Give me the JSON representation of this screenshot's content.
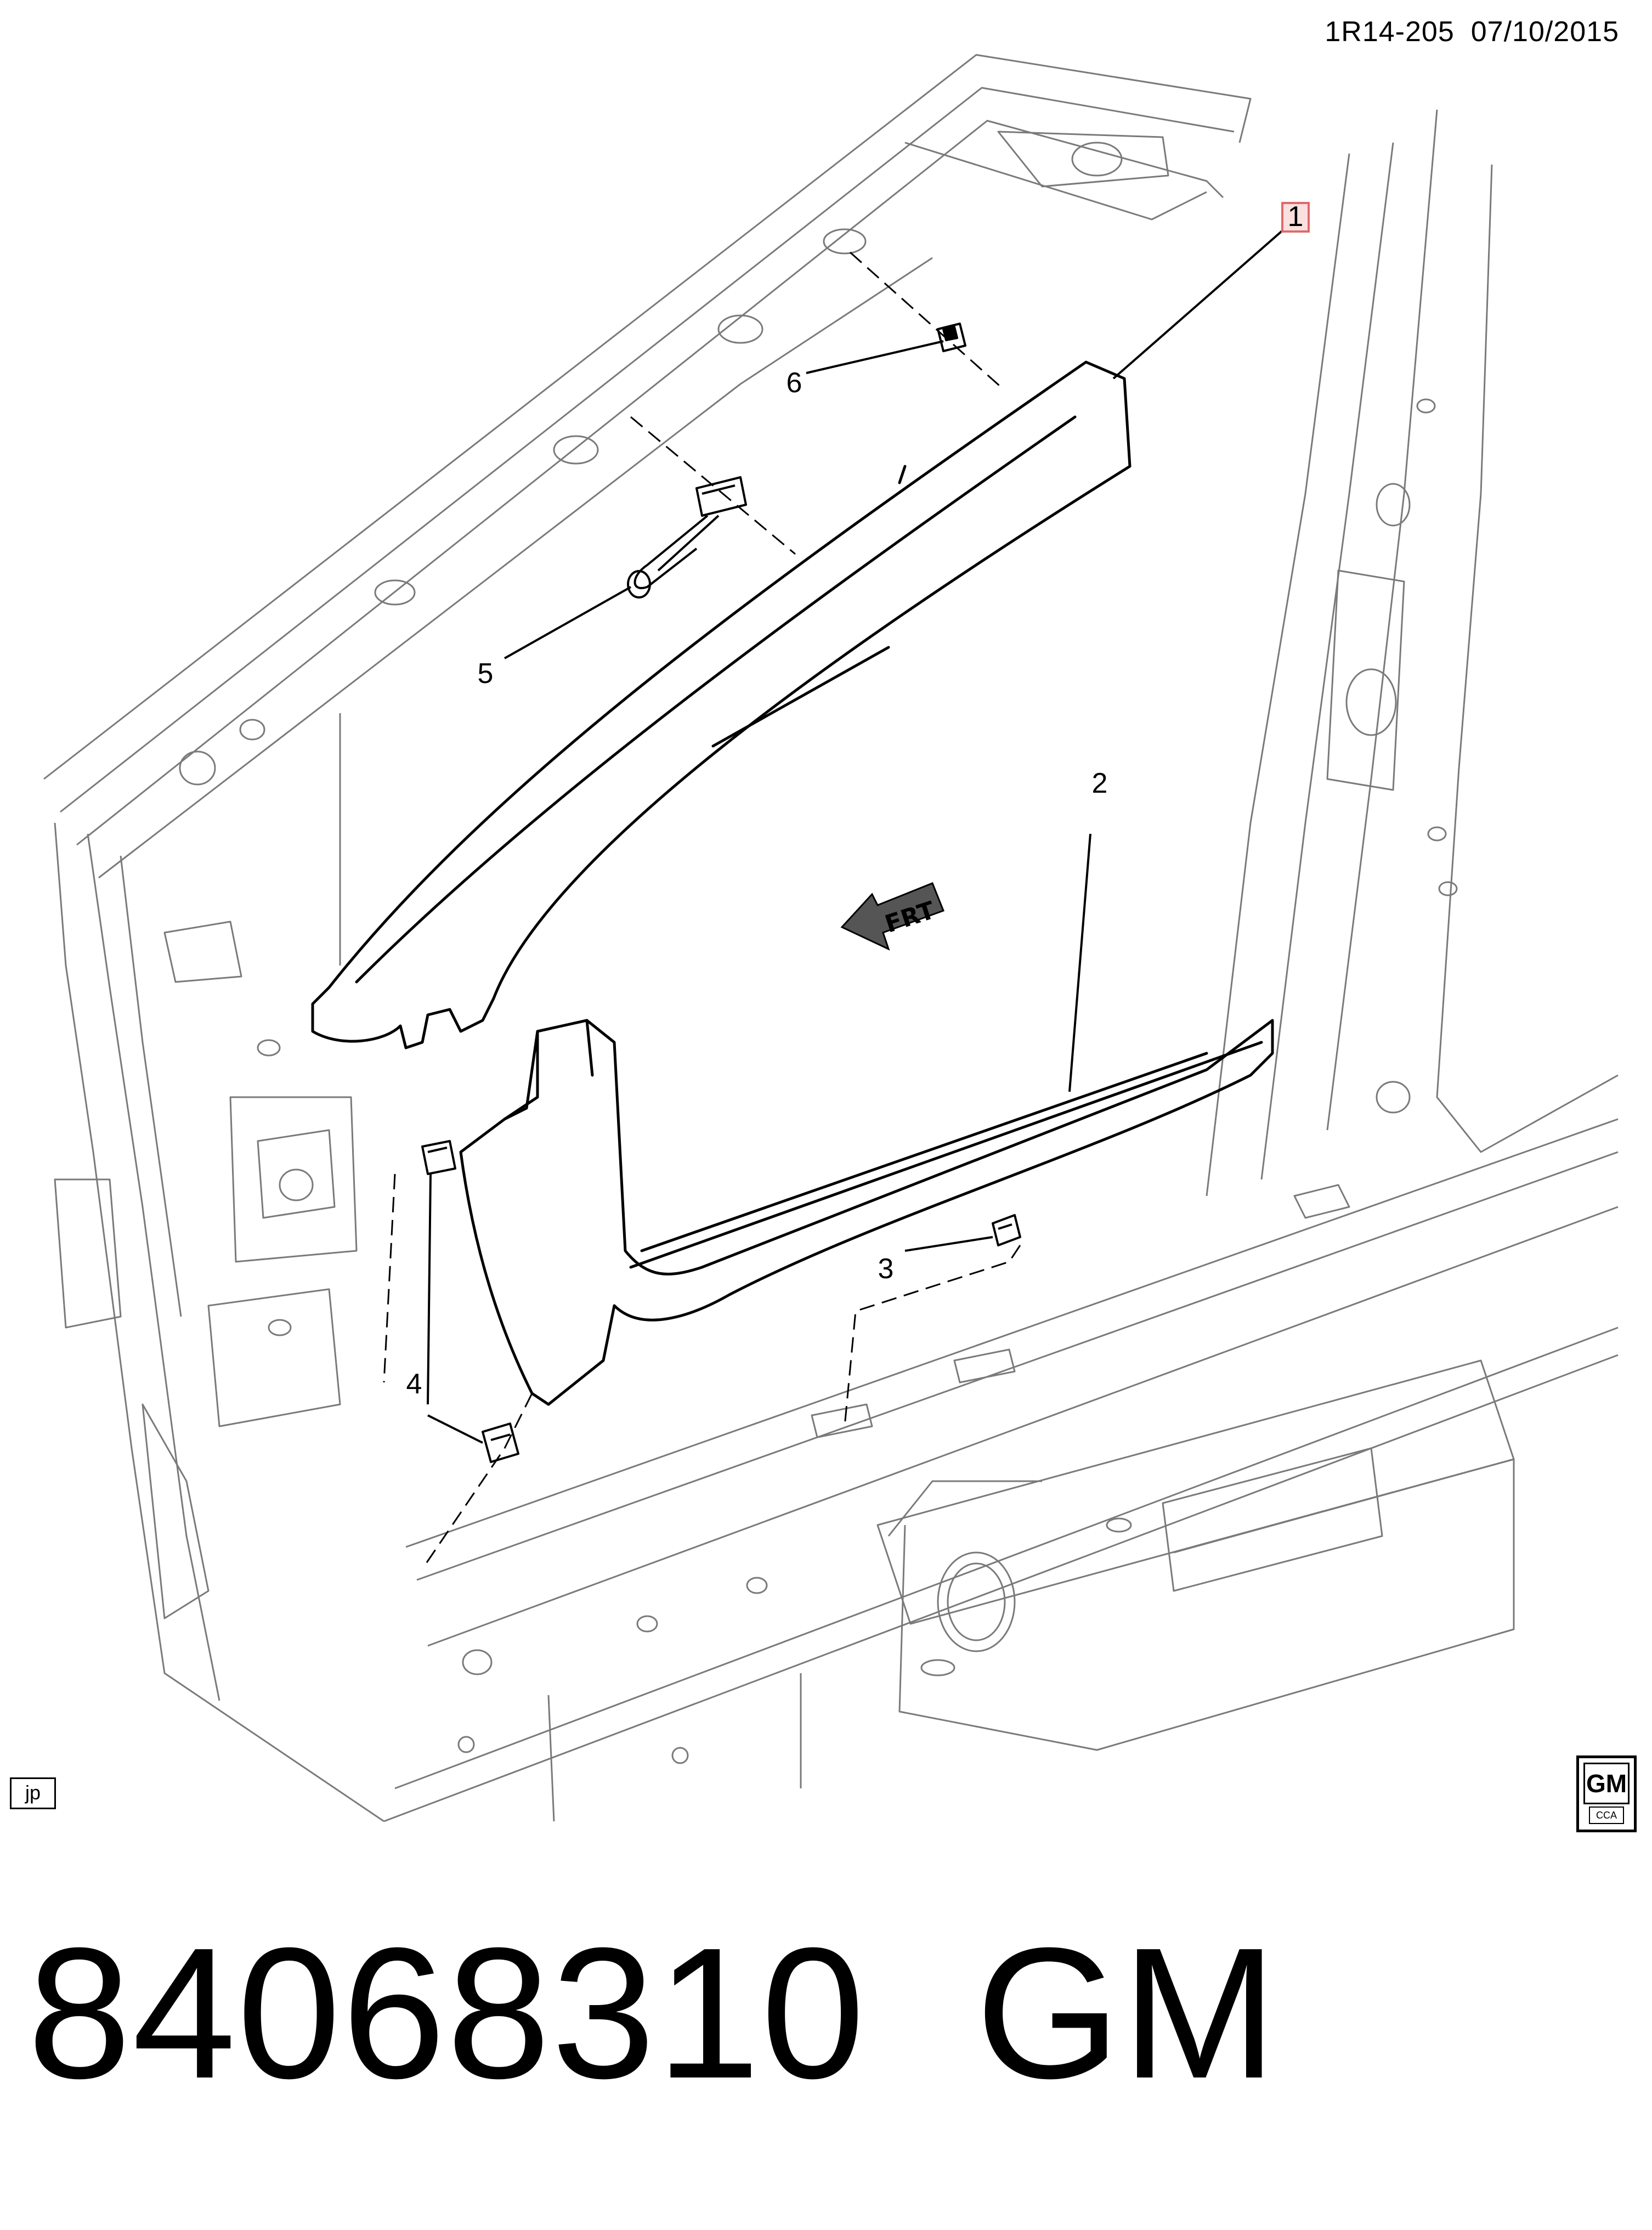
{
  "header": {
    "diagram_code": "1R14-205",
    "date": "07/10/2015"
  },
  "callouts": [
    {
      "label": "1",
      "highlight": true
    },
    {
      "label": "2"
    },
    {
      "label": "3"
    },
    {
      "label": "4"
    },
    {
      "label": "5"
    },
    {
      "label": "6"
    }
  ],
  "direction_marker": {
    "text": "FRT"
  },
  "footer": {
    "tag": "jp",
    "logo_main": "GM",
    "logo_sub": "CCA"
  },
  "caption": {
    "part_number": "84068310",
    "brand": "GM"
  },
  "colors": {
    "line": "#000000",
    "highlight_border": "#e06a6a",
    "highlight_fill": "#fbe0e0"
  }
}
